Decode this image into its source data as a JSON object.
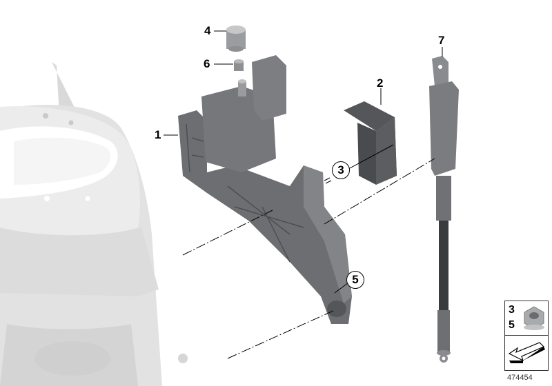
{
  "diagram": {
    "type": "exploded-parts-diagram",
    "callouts": [
      {
        "id": "1",
        "label": "1",
        "style": "plain"
      },
      {
        "id": "2",
        "label": "2",
        "style": "plain"
      },
      {
        "id": "3",
        "label": "3",
        "style": "circled"
      },
      {
        "id": "4",
        "label": "4",
        "style": "plain"
      },
      {
        "id": "5",
        "label": "5",
        "style": "circled"
      },
      {
        "id": "6",
        "label": "6",
        "style": "plain"
      },
      {
        "id": "7",
        "label": "7",
        "style": "plain"
      }
    ],
    "inset": {
      "labels": [
        "3",
        "5"
      ],
      "part": "hex-flange-nut",
      "symbol": "direction-arrow"
    },
    "document_number": "474454",
    "colors": {
      "part_dark": "#5f6063",
      "part_mid": "#8a8b8d",
      "housing_light": "#e4e4e4",
      "cable_dark": "#3a3b3d",
      "line": "#000000"
    }
  }
}
